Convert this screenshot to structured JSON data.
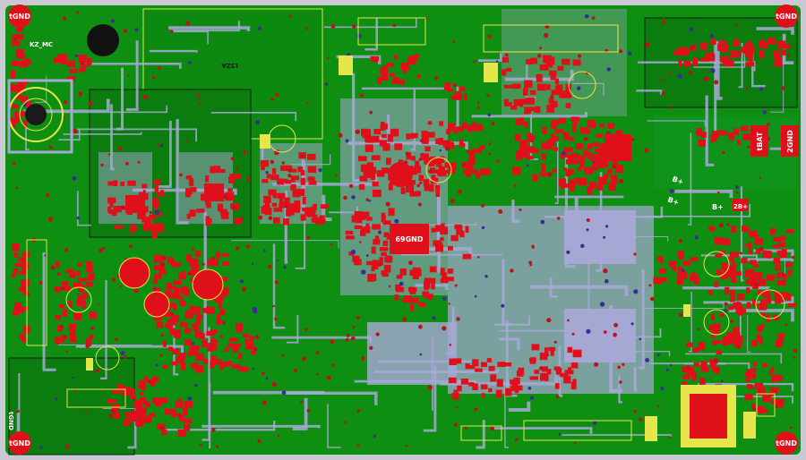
{
  "view": "PCB layout",
  "colors": {
    "board_edge": "#c9c9d4",
    "pour": "#0f8f12",
    "pour_dark": "#0b7a0e",
    "trace": "#a8a8d8",
    "pad": "#e0101a",
    "via": "#c0101a",
    "silk": "#f4f400",
    "outline": "#0a0a0a",
    "label_text": "#ffffff"
  },
  "labels": {
    "gnd_tl": "tGND",
    "gnd_tr": "tGND",
    "gnd_bl": "tGND",
    "gnd_br": "tGND",
    "mic": "KZ_MC",
    "chip_center": "69GND",
    "vbat": "tBAT",
    "gnd_right": "2GND",
    "b_plus": "B+",
    "b_plus_2": "B+",
    "b_plus_3": "B+",
    "two_b_plus": "2B+",
    "rot_text": "t3ZA",
    "left_vertical": "tGND"
  },
  "icons": {
    "mount_hole": "mounting-hole-icon",
    "gnd_pad": "ground-pad-icon",
    "chip": "ic-chip-icon"
  }
}
